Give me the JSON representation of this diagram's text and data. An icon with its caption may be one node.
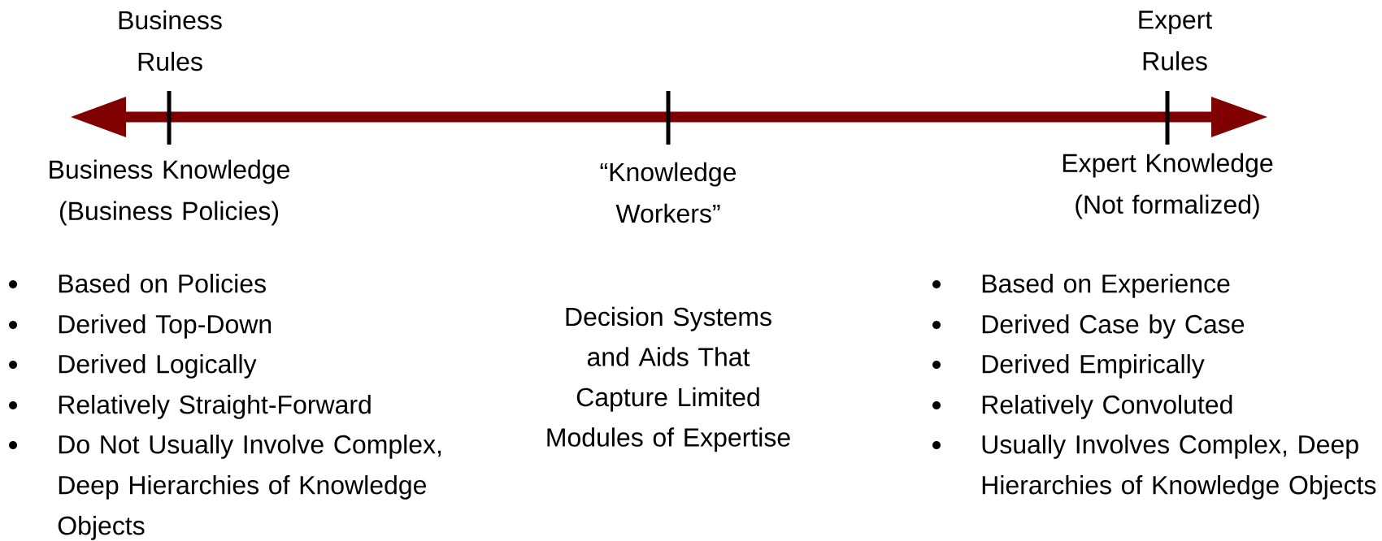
{
  "diagram": {
    "labels": [
      "Business Rules",
      "Expert Rules",
      "Business Knowledge (Business Policies)",
      "“Knowledge Workers”",
      "Expert Knowledge (Not formalized)",
      "Based on Policies",
      "Derived Top-Down",
      "Derived Logically",
      "Relatively Straight-Forward",
      "Do Not Usually Involve Complex, Deep Hierarchies of Knowledge Objects",
      "Decision Systems and Aids That Capture Limited Modules of Expertise",
      "Based on Experience",
      "Derived Case by Case",
      "Derived Empirically",
      "Relatively Convoluted",
      "Usually Involves Complex, Deep Hierarchies of Knowledge Objects"
    ]
  }
}
